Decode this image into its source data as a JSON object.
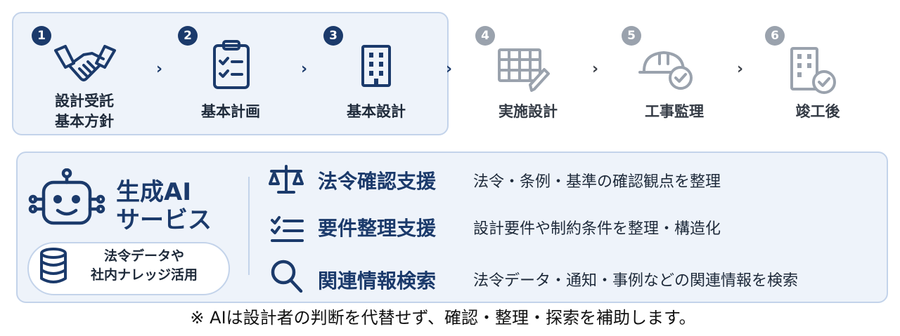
{
  "workflow": {
    "steps": [
      {
        "number": "1",
        "label": "設計受託\n基本方針",
        "icon": "handshake-icon",
        "state": "active"
      },
      {
        "number": "2",
        "label": "基本計画",
        "icon": "clipboard-checklist-icon",
        "state": "active"
      },
      {
        "number": "3",
        "label": "基本設計",
        "icon": "building-icon",
        "state": "active"
      },
      {
        "number": "4",
        "label": "実施設計",
        "icon": "drawing-grid-pencil-icon",
        "state": "inactive"
      },
      {
        "number": "5",
        "label": "工事監理",
        "icon": "hardhat-check-icon",
        "state": "inactive"
      },
      {
        "number": "6",
        "label": "竣工後",
        "icon": "building-check-icon",
        "state": "inactive"
      }
    ],
    "separator": "›"
  },
  "ai_panel": {
    "title": "生成AI\nサービス",
    "robot_icon": "robot-icon",
    "data_source": {
      "label": "法令データや\n社内ナレッジ活用",
      "icon": "database-icon"
    },
    "features": [
      {
        "icon": "scales-icon",
        "title": "法令確認支援",
        "desc": "法令・条例・基準の確認観点を整理"
      },
      {
        "icon": "checklist-icon",
        "title": "要件整理支援",
        "desc": "設計要件や制約条件を整理・構造化"
      },
      {
        "icon": "search-icon",
        "title": "関連情報検索",
        "desc": "法令データ・通知・事例などの関連情報を検索"
      }
    ]
  },
  "footnote": "※ AIは設計者の判断を代替せず、確認・整理・探索を補助します。",
  "colors": {
    "navy": "#1b3a6b",
    "gray": "#9aa2ad",
    "panel": "#eef3fa",
    "border": "#c3d3ea"
  }
}
